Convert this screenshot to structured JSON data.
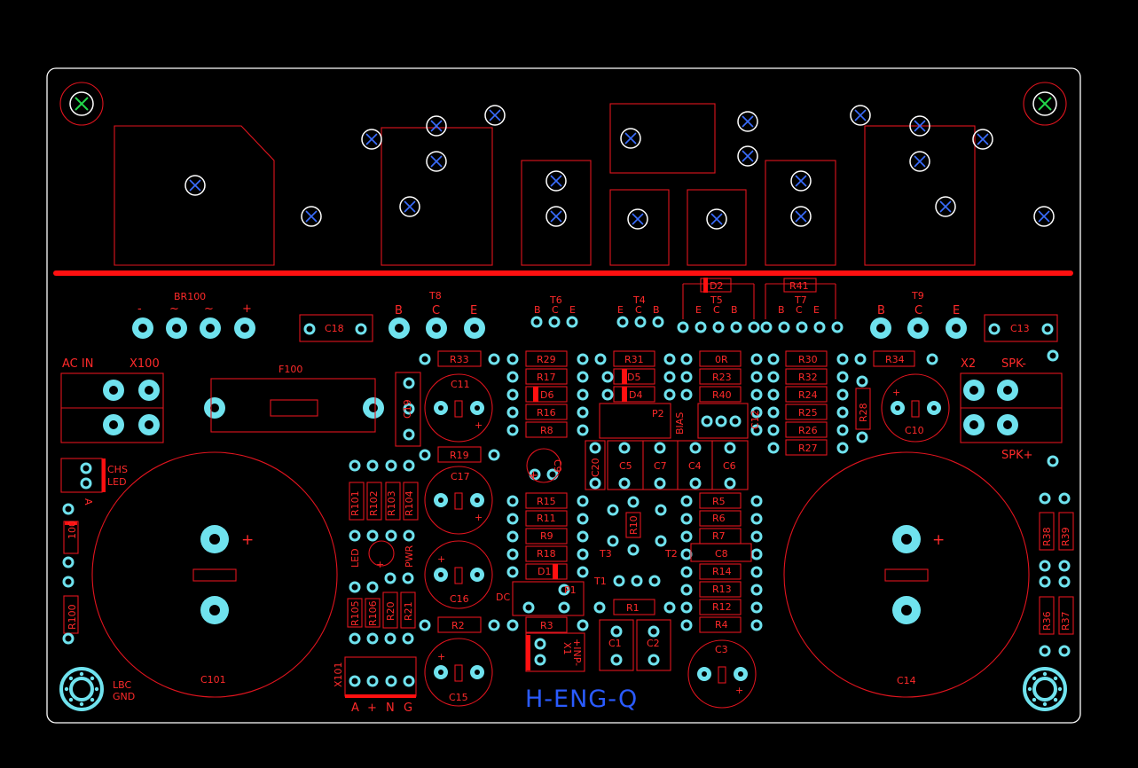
{
  "board": {
    "brand_text": "H-ENG-Q",
    "colors": {
      "silk": "#e0141e",
      "pad": "#6fe2ee",
      "brand": "#2a5bff",
      "outline": "#ffffff",
      "via": "#3a6dff"
    }
  },
  "labels": {
    "br100": "BR100",
    "br_minus": "-",
    "br_ac1": "~",
    "br_ac2": "~",
    "br_plus": "+",
    "t8": "T8",
    "t8_b": "B",
    "t8_c": "C",
    "t8_e": "E",
    "t6": "T6",
    "t6_b": "B",
    "t6_c": "C",
    "t6_e": "E",
    "t4": "T4",
    "t4_e": "E",
    "t4_c": "C",
    "t4_b": "B",
    "t5": "T5",
    "t5_e": "E",
    "t5_c": "C",
    "t5_b": "B",
    "t7": "T7",
    "t7_b": "B",
    "t7_c": "C",
    "t7_e": "E",
    "t9": "T9",
    "t9_b": "B",
    "t9_c": "C",
    "t9_e": "E",
    "d2": "D2",
    "r41": "R41",
    "c18": "C18",
    "c13": "C13",
    "ac_in": "AC IN",
    "x100": "X100",
    "f100": "F100",
    "x2": "X2",
    "spk_minus": "SPK-",
    "spk_plus": "SPK+",
    "c19": "C19",
    "c11": "C11",
    "c10": "C10",
    "c12": "C12",
    "r33": "R33",
    "r29": "R29",
    "r31": "R31",
    "or": "0R",
    "r30": "R30",
    "r34": "R34",
    "r17": "R17",
    "d5": "D5",
    "r23": "R23",
    "r32": "R32",
    "d6": "D6",
    "d4": "D4",
    "r40": "R40",
    "r24": "R24",
    "r16": "R16",
    "p2": "P2",
    "bias": "BIAS",
    "r25": "R25",
    "r28": "R28",
    "r8": "R8",
    "r26": "R26",
    "r27": "R27",
    "chs": "CHS",
    "led": "LED",
    "a": "A",
    "r19": "R19",
    "c9": "C9",
    "c20": "C20",
    "c5": "C5",
    "c7": "C7",
    "c4": "C4",
    "c6": "C6",
    "r101": "R101",
    "r102": "R102",
    "r103": "R103",
    "r104": "R104",
    "c17": "C17",
    "r15": "R15",
    "r11": "R11",
    "r9": "R9",
    "r18": "R18",
    "d1": "D1",
    "r10": "R10",
    "t3": "T3",
    "t2": "T2",
    "t1": "T1",
    "r5": "R5",
    "r6": "R6",
    "r7": "R7",
    "c8": "C8",
    "r14": "R14",
    "r13": "R13",
    "r12": "R12",
    "r4": "R4",
    "r38": "R38",
    "r39": "R39",
    "r36": "R36",
    "r37": "R37",
    "led2": "LED",
    "pwr": "PWR",
    "c16": "C16",
    "dc": "DC",
    "p1": "P1",
    "r1": "R1",
    "r105": "R105",
    "r106": "R106",
    "r20": "R20",
    "r21": "R21",
    "r2": "R2",
    "r3": "R3",
    "x1": "X1",
    "inp_plus": "+INP-",
    "c1": "C1",
    "c2": "C2",
    "c3": "C3",
    "r100a": "100",
    "r100": "R100",
    "c101": "C101",
    "c14": "C14",
    "c15": "C15",
    "x101": "X101",
    "x101_a": "A",
    "x101_plus": "+",
    "x101_n": "N",
    "x101_g": "G",
    "lbc": "LBC",
    "gnd": "GND",
    "plus_c101": "+",
    "plus_c14": "+",
    "plus_c11": "+",
    "plus_c17": "+",
    "plus_c16": "+",
    "plus_c15": "+",
    "plus_c10": "+",
    "plus_c3": "+",
    "plus_c9": "+",
    "plus_led": "+"
  }
}
